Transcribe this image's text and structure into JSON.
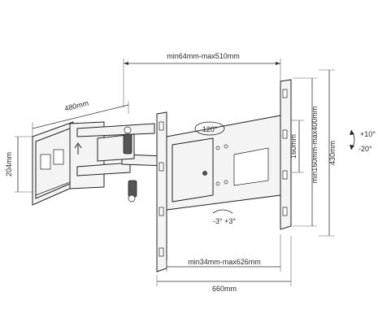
{
  "labels": {
    "arm_extension": "min64mm-max510mm",
    "plate_width": "480mm",
    "plate_height": "204mm",
    "swivel": "120°",
    "vesa_h_inner": "160mm",
    "vesa_h_range": "min160mm-max400mm",
    "bracket_height": "430mm",
    "tilt_up": "+10°",
    "tilt_down": "-20°",
    "rotation": "-3° +3°",
    "vesa_w_range": "min34mm-max626mm",
    "bracket_width": "660mm"
  }
}
